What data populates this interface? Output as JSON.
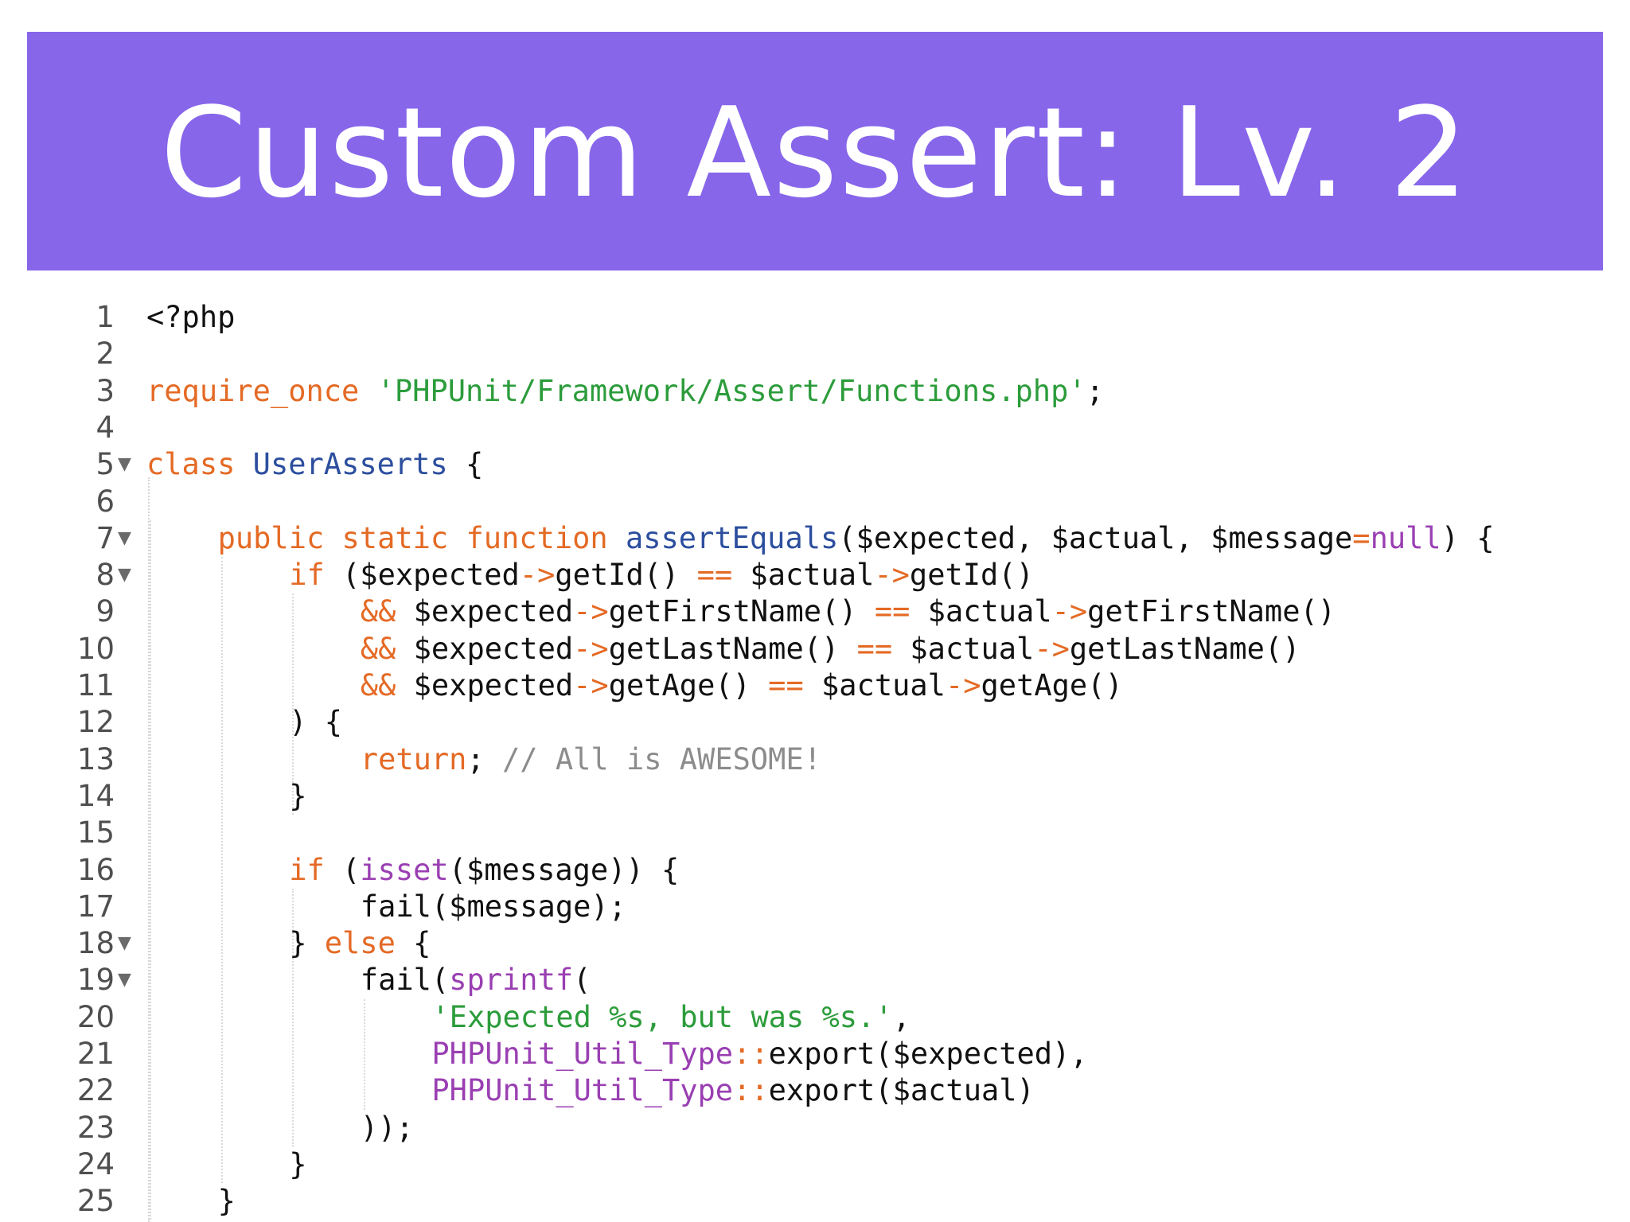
{
  "slide": {
    "title": "Custom Assert: Lv. 2"
  },
  "editor": {
    "language": "php",
    "lines": [
      {
        "n": "1",
        "fold": false,
        "indent": 0,
        "tokens": [
          {
            "t": "<?php",
            "c": "plain"
          }
        ]
      },
      {
        "n": "2",
        "fold": false,
        "indent": 0,
        "tokens": []
      },
      {
        "n": "3",
        "fold": false,
        "indent": 0,
        "tokens": [
          {
            "t": "require_once",
            "c": "kw"
          },
          {
            "t": " ",
            "c": "plain"
          },
          {
            "t": "'PHPUnit/Framework/Assert/Functions.php'",
            "c": "str"
          },
          {
            "t": ";",
            "c": "plain"
          }
        ]
      },
      {
        "n": "4",
        "fold": false,
        "indent": 0,
        "tokens": []
      },
      {
        "n": "5",
        "fold": true,
        "indent": 0,
        "tokens": [
          {
            "t": "class",
            "c": "kw"
          },
          {
            "t": " ",
            "c": "plain"
          },
          {
            "t": "UserAsserts",
            "c": "fn"
          },
          {
            "t": " {",
            "c": "plain"
          }
        ]
      },
      {
        "n": "6",
        "fold": false,
        "indent": 0,
        "tokens": []
      },
      {
        "n": "7",
        "fold": true,
        "indent": 1,
        "tokens": [
          {
            "t": "public",
            "c": "kw"
          },
          {
            "t": " ",
            "c": "plain"
          },
          {
            "t": "static",
            "c": "kw"
          },
          {
            "t": " ",
            "c": "plain"
          },
          {
            "t": "function",
            "c": "kw"
          },
          {
            "t": " ",
            "c": "plain"
          },
          {
            "t": "assertEquals",
            "c": "fn"
          },
          {
            "t": "($expected, $actual, $message",
            "c": "plain"
          },
          {
            "t": "=",
            "c": "op"
          },
          {
            "t": "null",
            "c": "builtin"
          },
          {
            "t": ") {",
            "c": "plain"
          }
        ]
      },
      {
        "n": "8",
        "fold": true,
        "indent": 2,
        "tokens": [
          {
            "t": "if",
            "c": "kw"
          },
          {
            "t": " ($expected",
            "c": "plain"
          },
          {
            "t": "->",
            "c": "op"
          },
          {
            "t": "getId() ",
            "c": "plain"
          },
          {
            "t": "==",
            "c": "op"
          },
          {
            "t": " $actual",
            "c": "plain"
          },
          {
            "t": "->",
            "c": "op"
          },
          {
            "t": "getId()",
            "c": "plain"
          }
        ]
      },
      {
        "n": "9",
        "fold": false,
        "indent": 3,
        "tokens": [
          {
            "t": "&&",
            "c": "op"
          },
          {
            "t": " $expected",
            "c": "plain"
          },
          {
            "t": "->",
            "c": "op"
          },
          {
            "t": "getFirstName() ",
            "c": "plain"
          },
          {
            "t": "==",
            "c": "op"
          },
          {
            "t": " $actual",
            "c": "plain"
          },
          {
            "t": "->",
            "c": "op"
          },
          {
            "t": "getFirstName()",
            "c": "plain"
          }
        ]
      },
      {
        "n": "10",
        "fold": false,
        "indent": 3,
        "tokens": [
          {
            "t": "&&",
            "c": "op"
          },
          {
            "t": " $expected",
            "c": "plain"
          },
          {
            "t": "->",
            "c": "op"
          },
          {
            "t": "getLastName() ",
            "c": "plain"
          },
          {
            "t": "==",
            "c": "op"
          },
          {
            "t": " $actual",
            "c": "plain"
          },
          {
            "t": "->",
            "c": "op"
          },
          {
            "t": "getLastName()",
            "c": "plain"
          }
        ]
      },
      {
        "n": "11",
        "fold": false,
        "indent": 3,
        "tokens": [
          {
            "t": "&&",
            "c": "op"
          },
          {
            "t": " $expected",
            "c": "plain"
          },
          {
            "t": "->",
            "c": "op"
          },
          {
            "t": "getAge() ",
            "c": "plain"
          },
          {
            "t": "==",
            "c": "op"
          },
          {
            "t": " $actual",
            "c": "plain"
          },
          {
            "t": "->",
            "c": "op"
          },
          {
            "t": "getAge()",
            "c": "plain"
          }
        ]
      },
      {
        "n": "12",
        "fold": false,
        "indent": 2,
        "tokens": [
          {
            "t": ") {",
            "c": "plain"
          }
        ]
      },
      {
        "n": "13",
        "fold": false,
        "indent": 3,
        "tokens": [
          {
            "t": "return",
            "c": "kw"
          },
          {
            "t": "; ",
            "c": "plain"
          },
          {
            "t": "// All is AWESOME!",
            "c": "com"
          }
        ]
      },
      {
        "n": "14",
        "fold": false,
        "indent": 2,
        "tokens": [
          {
            "t": "}",
            "c": "plain"
          }
        ]
      },
      {
        "n": "15",
        "fold": false,
        "indent": 0,
        "tokens": []
      },
      {
        "n": "16",
        "fold": false,
        "indent": 2,
        "tokens": [
          {
            "t": "if",
            "c": "kw"
          },
          {
            "t": " (",
            "c": "plain"
          },
          {
            "t": "isset",
            "c": "builtin"
          },
          {
            "t": "($message)) {",
            "c": "plain"
          }
        ]
      },
      {
        "n": "17",
        "fold": false,
        "indent": 3,
        "tokens": [
          {
            "t": "fail($message);",
            "c": "plain"
          }
        ]
      },
      {
        "n": "18",
        "fold": true,
        "indent": 2,
        "tokens": [
          {
            "t": "} ",
            "c": "plain"
          },
          {
            "t": "else",
            "c": "kw"
          },
          {
            "t": " {",
            "c": "plain"
          }
        ]
      },
      {
        "n": "19",
        "fold": true,
        "indent": 3,
        "tokens": [
          {
            "t": "fail(",
            "c": "plain"
          },
          {
            "t": "sprintf",
            "c": "builtin"
          },
          {
            "t": "(",
            "c": "plain"
          }
        ]
      },
      {
        "n": "20",
        "fold": false,
        "indent": 4,
        "tokens": [
          {
            "t": "'Expected %s, but was %s.'",
            "c": "str"
          },
          {
            "t": ",",
            "c": "plain"
          }
        ]
      },
      {
        "n": "21",
        "fold": false,
        "indent": 4,
        "tokens": [
          {
            "t": "PHPUnit_Util_Type",
            "c": "builtin"
          },
          {
            "t": "::",
            "c": "op"
          },
          {
            "t": "export($expected),",
            "c": "plain"
          }
        ]
      },
      {
        "n": "22",
        "fold": false,
        "indent": 4,
        "tokens": [
          {
            "t": "PHPUnit_Util_Type",
            "c": "builtin"
          },
          {
            "t": "::",
            "c": "op"
          },
          {
            "t": "export($actual)",
            "c": "plain"
          }
        ]
      },
      {
        "n": "23",
        "fold": false,
        "indent": 3,
        "tokens": [
          {
            "t": "));",
            "c": "plain"
          }
        ]
      },
      {
        "n": "24",
        "fold": false,
        "indent": 2,
        "tokens": [
          {
            "t": "}",
            "c": "plain"
          }
        ]
      },
      {
        "n": "25",
        "fold": false,
        "indent": 1,
        "tokens": [
          {
            "t": "}",
            "c": "plain"
          }
        ]
      }
    ]
  },
  "colors": {
    "banner": "#8766ea",
    "keyword": "#e46a25",
    "string": "#2c9c3b",
    "class_name": "#2c4e9e",
    "builtin": "#9a3fb2",
    "comment": "#8c8c8c"
  },
  "icons": {
    "fold": "fold-arrow-icon"
  }
}
